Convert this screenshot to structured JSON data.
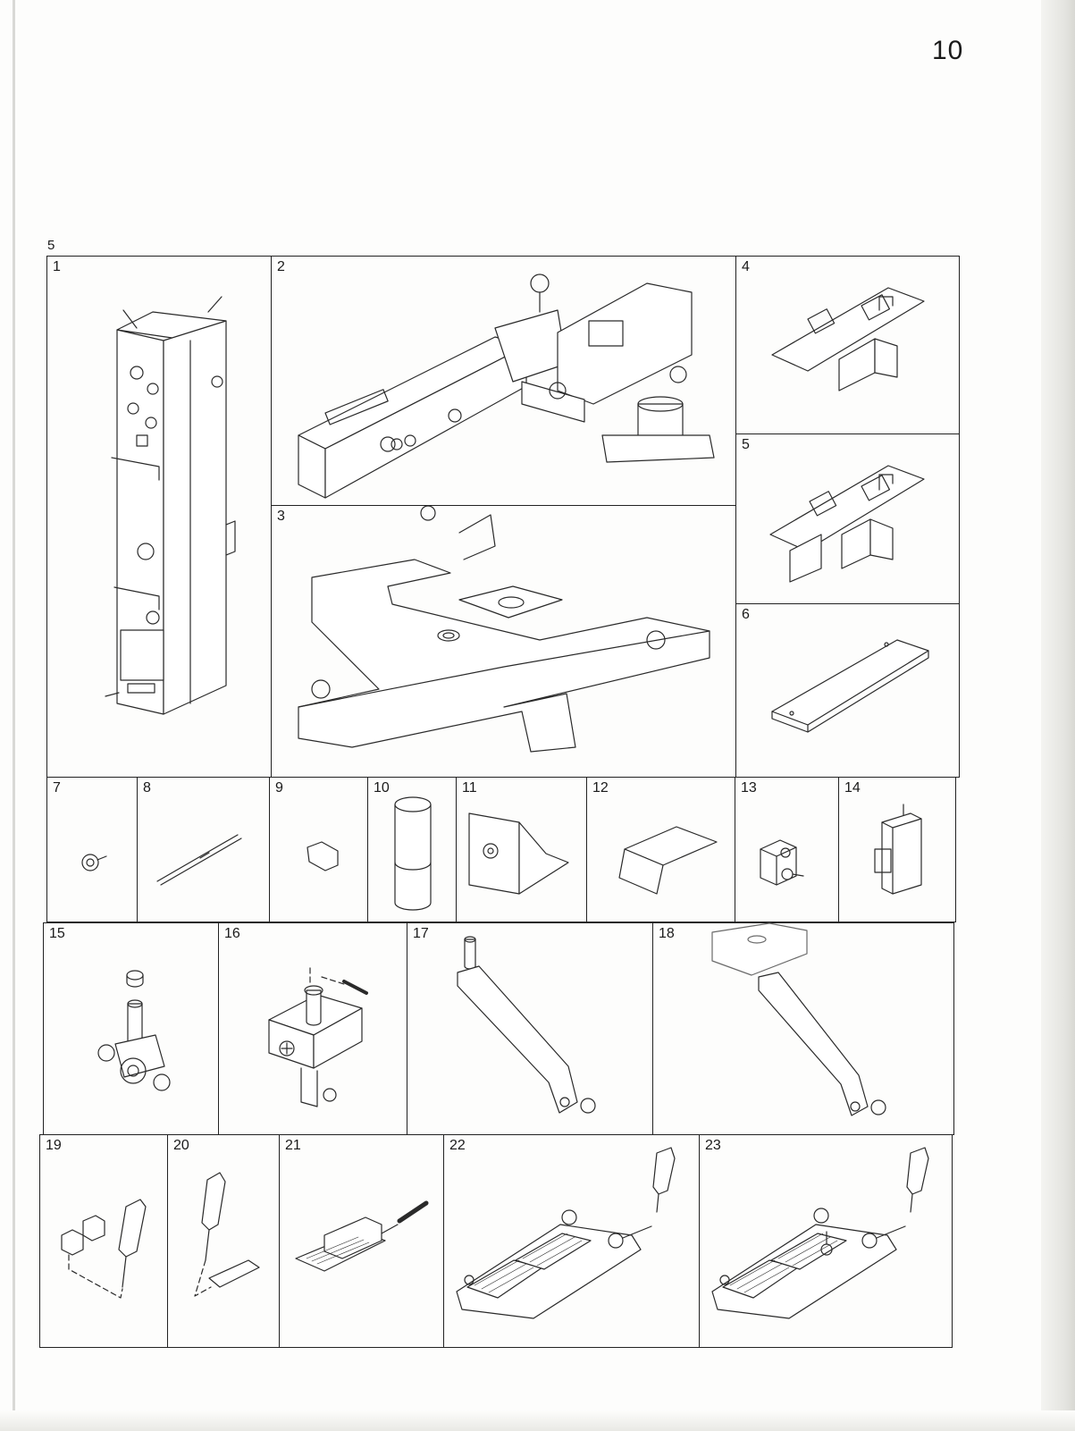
{
  "page_number": "10",
  "figure_number": "5",
  "panels": [
    {
      "label": "1"
    },
    {
      "label": "2"
    },
    {
      "label": "3"
    },
    {
      "label": "4"
    },
    {
      "label": "5"
    },
    {
      "label": "6"
    },
    {
      "label": "7"
    },
    {
      "label": "8"
    },
    {
      "label": "9"
    },
    {
      "label": "10"
    },
    {
      "label": "11"
    },
    {
      "label": "12"
    },
    {
      "label": "13"
    },
    {
      "label": "14"
    },
    {
      "label": "15"
    },
    {
      "label": "16"
    },
    {
      "label": "17"
    },
    {
      "label": "18"
    },
    {
      "label": "19"
    },
    {
      "label": "20"
    },
    {
      "label": "21"
    },
    {
      "label": "22"
    },
    {
      "label": "23"
    }
  ]
}
